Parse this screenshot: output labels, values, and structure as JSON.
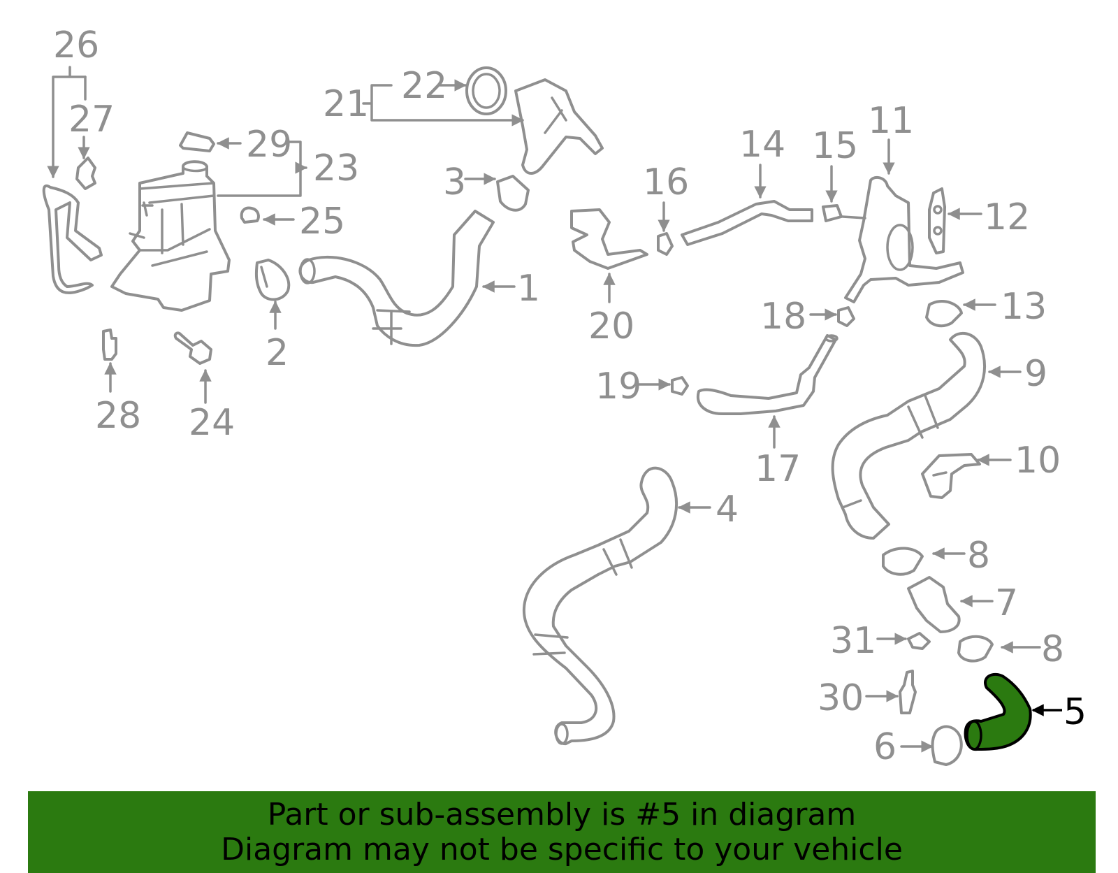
{
  "diagram": {
    "labels": [
      "26",
      "27",
      "29",
      "23",
      "25",
      "28",
      "24",
      "2",
      "3",
      "22",
      "21",
      "1",
      "16",
      "14",
      "15",
      "11",
      "12",
      "20",
      "18",
      "13",
      "9",
      "19",
      "17",
      "10",
      "4",
      "8",
      "7",
      "31",
      "8",
      "30",
      "6",
      "5"
    ],
    "highlight_part": "5",
    "colors": {
      "line": "#8f8f8f",
      "highlight_fill": "#2b7a10",
      "banner_bg": "#2b7a10",
      "text": "#000000"
    }
  },
  "banner": {
    "line1": "Part or sub-assembly is #5 in diagram",
    "line2": "Diagram may not be specific to your vehicle"
  }
}
